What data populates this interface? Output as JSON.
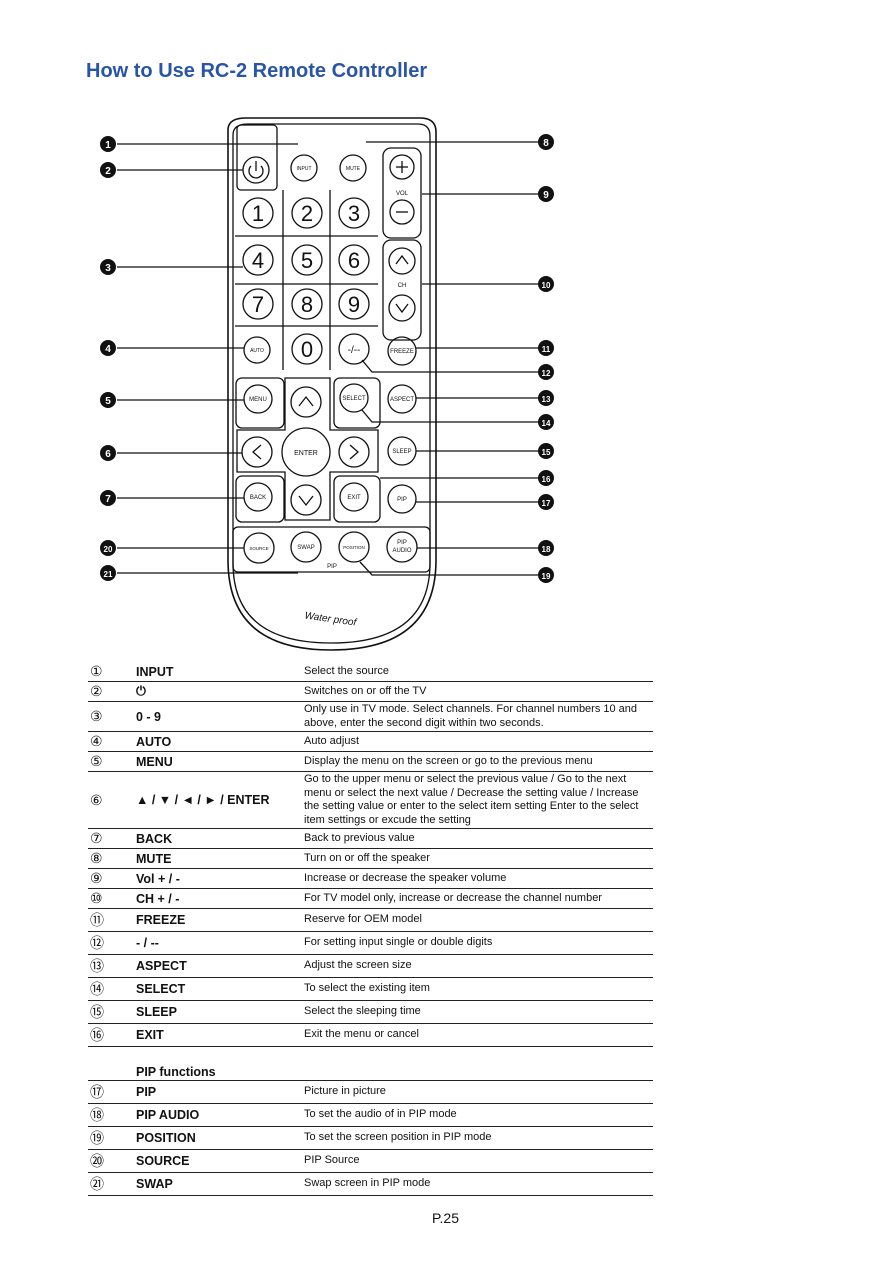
{
  "title": "How to Use RC-2 Remote Controller",
  "remote": {
    "labels": {
      "input": "INPUT",
      "mute": "MUTE",
      "vol": "VOL",
      "ch": "CH",
      "auto": "AUTO",
      "freeze": "FREEZE",
      "dash": "-/--",
      "menu": "MENU",
      "select": "SELECT",
      "aspect": "ASPECT",
      "enter": "ENTER",
      "sleep": "SLEEP",
      "back": "BACK",
      "exit": "EXIT",
      "pip": "PIP",
      "source": "SOURCE",
      "swap": "SWAP",
      "position": "POSITION",
      "pip_audio_1": "PIP",
      "pip_audio_2": "AUDIO",
      "pip_group": "PIP",
      "waterproof": "Water proof",
      "digits": [
        "1",
        "2",
        "3",
        "4",
        "5",
        "6",
        "7",
        "8",
        "9",
        "0"
      ]
    },
    "callouts": [
      "1",
      "2",
      "3",
      "4",
      "5",
      "6",
      "7",
      "8",
      "9",
      "10",
      "11",
      "12",
      "13",
      "14",
      "15",
      "16",
      "17",
      "18",
      "19",
      "20",
      "21"
    ]
  },
  "keys": [
    {
      "num": "①",
      "name": "INPUT",
      "desc": "Select the source"
    },
    {
      "num": "②",
      "name": "⏻",
      "desc": "Switches on or off the TV"
    },
    {
      "num": "③",
      "name": "0 - 9",
      "desc": "Only use in TV mode. Select channels. For channel numbers 10 and above, enter the second digit within two seconds."
    },
    {
      "num": "④",
      "name": "AUTO",
      "desc": "Auto adjust"
    },
    {
      "num": "⑤",
      "name": "MENU",
      "desc": "Display the menu on the screen or go to the previous menu"
    },
    {
      "num": "⑥",
      "name": "▲ / ▼ / ◄ / ► / ENTER",
      "desc": "Go to the upper menu or select the previous value / Go to the next menu or select the next value / Decrease the setting value / Increase the setting value or enter to the select item setting Enter to the select item settings or excude the setting"
    },
    {
      "num": "⑦",
      "name": "BACK",
      "desc": "Back to previous value"
    },
    {
      "num": "⑧",
      "name": "MUTE",
      "desc": "Turn on or off the speaker"
    },
    {
      "num": "⑨",
      "name": "Vol + / -",
      "desc": "Increase or decrease the speaker volume"
    },
    {
      "num": "⑩",
      "name": "CH + / -",
      "desc": "For TV model only, increase or decrease the channel number"
    },
    {
      "num": "⑪",
      "name": "FREEZE",
      "desc": "Reserve for OEM model"
    },
    {
      "num": "⑫",
      "name": "- / --",
      "desc": "For setting input single or double digits"
    },
    {
      "num": "⑬",
      "name": "ASPECT",
      "desc": "Adjust the screen size"
    },
    {
      "num": "⑭",
      "name": "SELECT",
      "desc": "To select the existing item"
    },
    {
      "num": "⑮",
      "name": "SLEEP",
      "desc": "Select the sleeping time"
    },
    {
      "num": "⑯",
      "name": "EXIT",
      "desc": "Exit the menu or cancel"
    }
  ],
  "pip_heading": "PIP functions",
  "pip_keys": [
    {
      "num": "⑰",
      "name": "PIP",
      "desc": "Picture in picture"
    },
    {
      "num": "⑱",
      "name": "PIP AUDIO",
      "desc": "To set the audio of in PIP mode"
    },
    {
      "num": "⑲",
      "name": "POSITION",
      "desc": "To set the screen position in PIP mode"
    },
    {
      "num": "⑳",
      "name": "SOURCE",
      "desc": "PIP Source"
    },
    {
      "num": "㉑",
      "name": "SWAP",
      "desc": "Swap screen in PIP mode"
    }
  ],
  "page": "P.25"
}
